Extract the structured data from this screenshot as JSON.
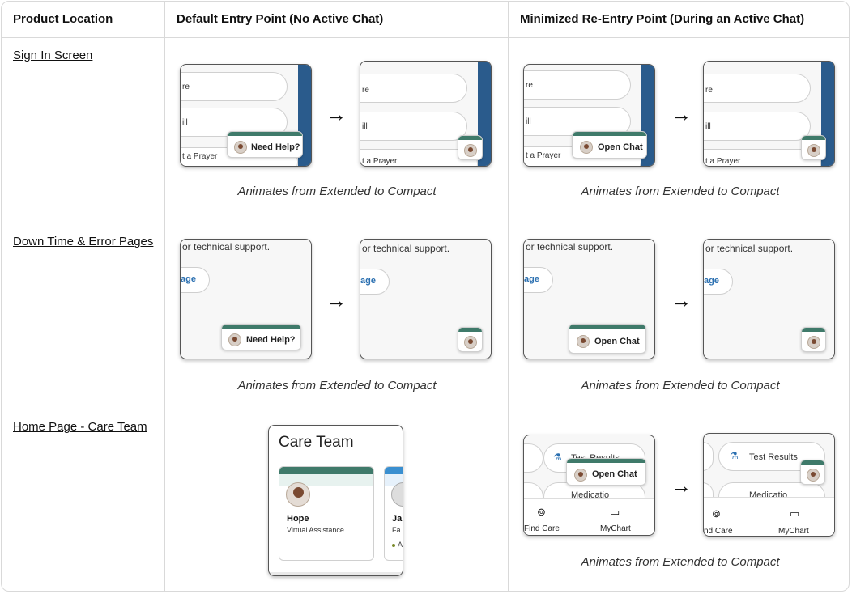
{
  "headers": {
    "col1": "Product Location",
    "col2": "Default Entry Point (No Active Chat)",
    "col3": "Minimized Re-Entry Point (During an Active Chat)"
  },
  "rows": [
    {
      "label": "Sign In Screen",
      "caption_default": "Animates from Extended to Compact",
      "caption_min": "Animates from Extended to Compact"
    },
    {
      "label": "Down Time & Error Pages",
      "caption_default": "Animates from Extended to Compact",
      "caption_min": "Animates from Extended to Compact"
    },
    {
      "label": "Home Page - Care Team",
      "caption_min": "Animates from Extended to Compact"
    }
  ],
  "sign_in": {
    "line1": "re",
    "line2": "ill",
    "line3": "t a Prayer"
  },
  "error_page": {
    "text": "or technical support.",
    "link": "age"
  },
  "chips": {
    "need_help": "Need Help?",
    "open_chat": "Open Chat"
  },
  "care_team": {
    "title": "Care Team",
    "card1_name": "Hope",
    "card1_role": "Virtual Assistance",
    "card2_name": "Ja",
    "card2_role": "Fa",
    "card2_status": "A"
  },
  "home": {
    "test_results": "Test Results",
    "medications": "Medicatio",
    "find_care": "Find Care",
    "find_care_cut": "nd Care",
    "mychart": "MyChart"
  },
  "colors": {
    "brand_blue": "#2a5b8c",
    "teal": "#3f7a6a",
    "link_blue": "#2a6fb0"
  }
}
